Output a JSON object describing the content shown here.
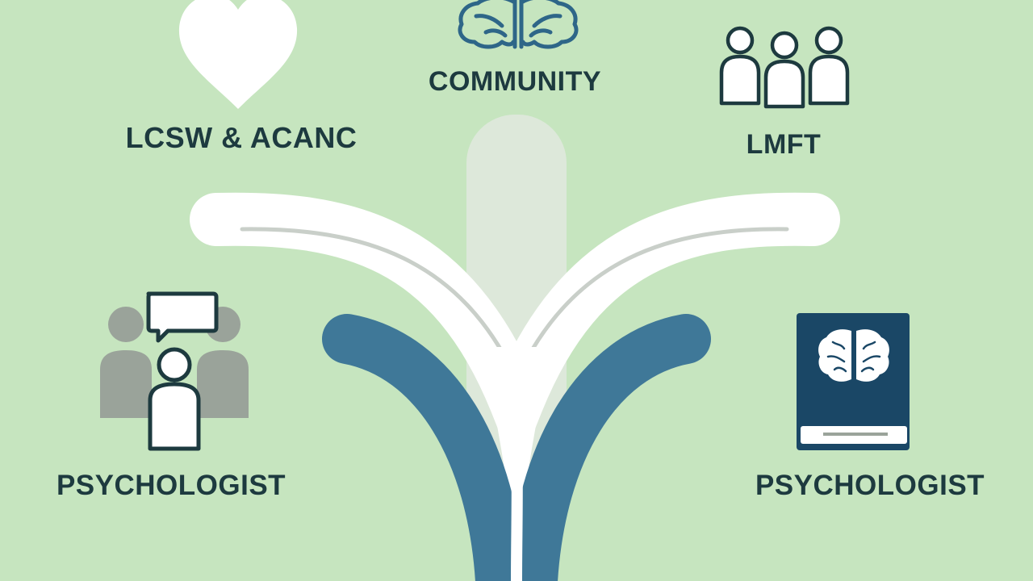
{
  "colors": {
    "background": "#c6e5bf",
    "text": "#1d3a3f",
    "teal": "#3f7898",
    "navy": "#1a4766",
    "white": "#ffffff",
    "gray": "#9aa39a"
  },
  "nodes": [
    {
      "id": "lcsw",
      "label": "LCSW & ACANC",
      "icon": "heart-icon"
    },
    {
      "id": "community",
      "label": "COMMUNITY",
      "icon": "brain-icon"
    },
    {
      "id": "lmft",
      "label": "LMFT",
      "icon": "family-group-icon"
    },
    {
      "id": "psych-left",
      "label": "PSYCHOLOGIST",
      "icon": "counseling-group-icon"
    },
    {
      "id": "psych-right",
      "label": "PSYCHOLOGIST",
      "icon": "brain-book-icon"
    }
  ]
}
